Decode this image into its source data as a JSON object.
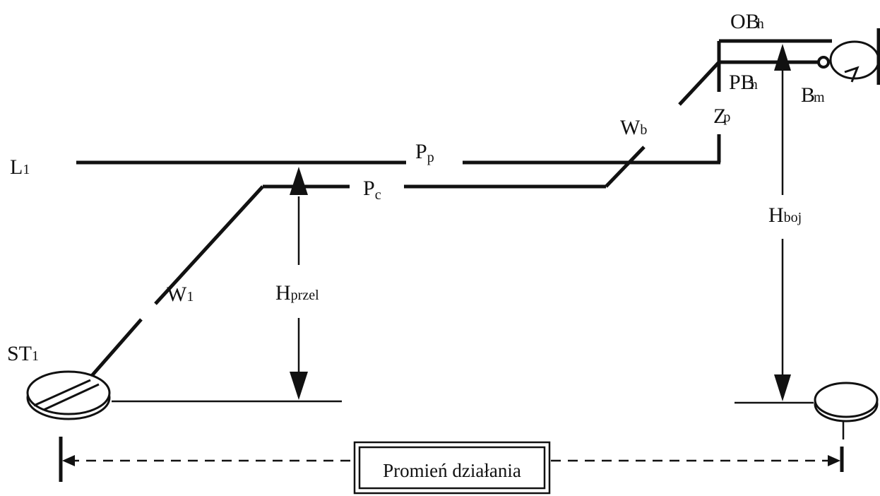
{
  "labels": {
    "l1": {
      "main": "L",
      "sub": "1"
    },
    "pp": {
      "main": "P",
      "sub": "p"
    },
    "pc": {
      "main": "P",
      "sub": "c"
    },
    "w1": {
      "main": "W",
      "sub": "1"
    },
    "wb": {
      "main": "W",
      "sub": "b"
    },
    "zp": {
      "main": "Z",
      "sub": "p"
    },
    "st1": {
      "main": "ST",
      "sub": "1"
    },
    "hprzel": {
      "main": "H",
      "sub": "przel"
    },
    "hboj": {
      "main": "H",
      "sub": "boj"
    },
    "obh": {
      "main": "OB",
      "sub": "h"
    },
    "pbh": {
      "main": "PB",
      "sub": "h"
    },
    "bm": {
      "main": "B",
      "sub": "m"
    }
  },
  "range_box": {
    "label": "Promień działania"
  },
  "colors": {
    "stroke": "#111111",
    "background": "#ffffff"
  }
}
